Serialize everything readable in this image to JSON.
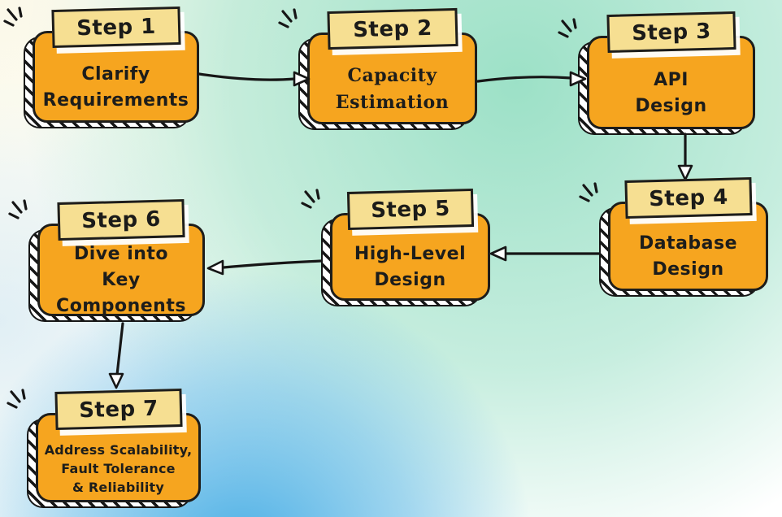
{
  "steps": [
    {
      "label": "Step 1",
      "lines": [
        "Clarify",
        "Requirements"
      ]
    },
    {
      "label": "Step 2",
      "lines": [
        "Capacity",
        "Estimation"
      ]
    },
    {
      "label": "Step 3",
      "lines": [
        "API",
        "Design"
      ]
    },
    {
      "label": "Step 4",
      "lines": [
        "Database",
        "Design"
      ]
    },
    {
      "label": "Step 5",
      "lines": [
        "High-Level",
        "Design"
      ]
    },
    {
      "label": "Step 6",
      "lines": [
        "Dive into",
        "Key Components"
      ]
    },
    {
      "label": "Step 7",
      "lines": [
        "Address Scalability,",
        "Fault Tolerance",
        "& Reliability"
      ]
    }
  ],
  "connections": [
    {
      "from": "Step 1",
      "to": "Step 2"
    },
    {
      "from": "Step 2",
      "to": "Step 3"
    },
    {
      "from": "Step 3",
      "to": "Step 4"
    },
    {
      "from": "Step 4",
      "to": "Step 5"
    },
    {
      "from": "Step 5",
      "to": "Step 6"
    },
    {
      "from": "Step 6",
      "to": "Step 7"
    }
  ],
  "colors": {
    "box_orange": "#F6A51F",
    "tag_cream": "#F6DF92",
    "outline": "#1D1D1B",
    "arrow": "#161616",
    "bg_mint": "#97DFC4",
    "bg_blue": "#3FAAE3",
    "bg_cream": "#FBF8E8"
  },
  "icons": {
    "sparkle": "hand-drawn emphasis burst at top-left of each step card"
  }
}
